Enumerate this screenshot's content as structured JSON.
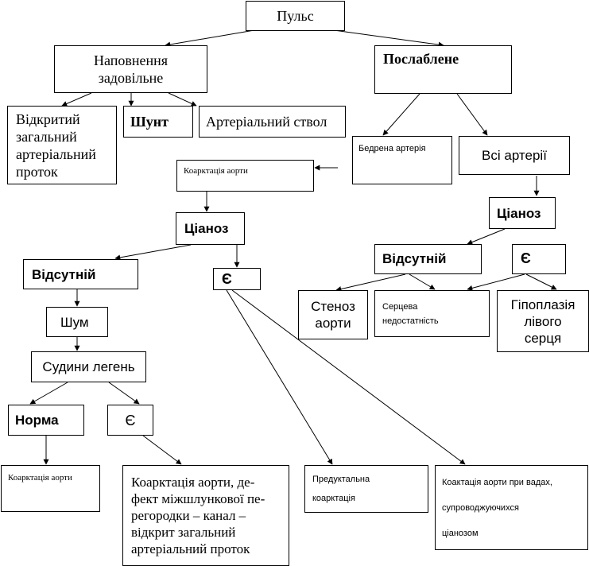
{
  "nodes": {
    "pulse": "Пульс",
    "filling_ok": [
      "Наповнення",
      "задовільне"
    ],
    "weakened": "Послаблене",
    "pda": [
      "Відкритий",
      "загальний",
      "артеріальний",
      "проток"
    ],
    "shunt": "Шунт",
    "truncus": "Артеріальний ствол",
    "femoral": "Бедрена артерія",
    "all_arteries": "Всі артерії",
    "coarctation_mid": "Коарктація аорти",
    "cyanosis_left": "Ціаноз",
    "cyanosis_right": "Ціаноз",
    "absent_left": "Відсутній",
    "present_mid": "Є",
    "absent_right": "Відсутній",
    "present_right": "Є",
    "aortic_stenosis": [
      "Стеноз",
      "аорти"
    ],
    "heart_failure": [
      "Серцева",
      "недостатність"
    ],
    "hypoplasia": [
      "Гіпоплазія",
      "лівого",
      "серця"
    ],
    "murmur": "Шум",
    "lung_vessels": "Судини легень",
    "norm": "Норма",
    "present_lower": "Є",
    "coarctation_bottom": "Коарктація аорти",
    "combo": [
      "Коарктація аорти, де-",
      "фект міжшлункової пе-",
      "регородки – канал –",
      "відкрит загальний",
      "артеріальний проток"
    ],
    "preductal": [
      "Предуктальна",
      "коарктація"
    ],
    "coarct_cyanotic": [
      "Коактація аорти при вадах,",
      "супроводжуючихся",
      "ціанозом"
    ]
  }
}
